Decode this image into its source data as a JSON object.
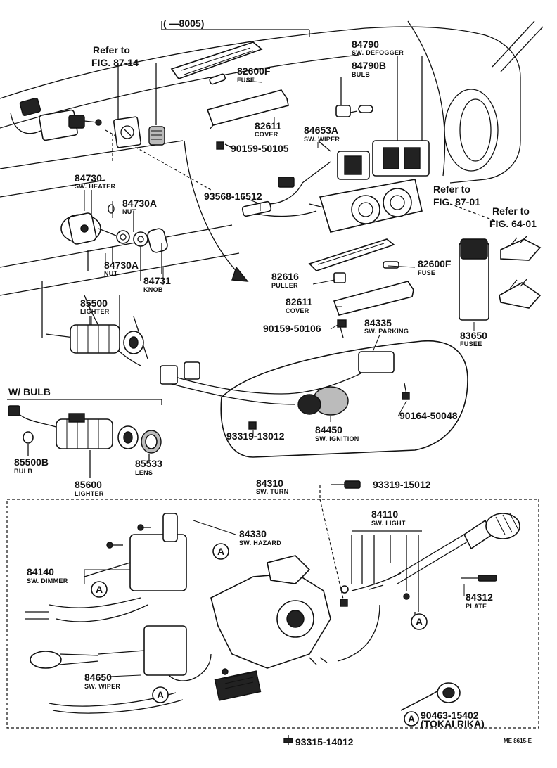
{
  "figure": {
    "range_label": "(      —8005)",
    "corner_code": "ME 8615-E"
  },
  "refs": {
    "ref_87_14_a": "Refer to",
    "ref_87_14_b": "FIG. 87-14",
    "ref_87_01_a": "Refer to",
    "ref_87_01_b": "FIG. 87-01",
    "ref_64_01_a": "Refer to",
    "ref_64_01_b": "FIG. 64-01",
    "w_bulb": "W/ BULB"
  },
  "parts": {
    "p84790": {
      "no": "84790",
      "name": "SW. DEFOGGER"
    },
    "p84790b": {
      "no": "84790B",
      "name": "BULB"
    },
    "p82600f_a": {
      "no": "82600F",
      "name": "FUSE"
    },
    "p82611_a": {
      "no": "82611",
      "name": "COVER"
    },
    "p90159_a": {
      "no": "90159-50105"
    },
    "p84653a": {
      "no": "84653A",
      "name": "SW. WIPER"
    },
    "p84730": {
      "no": "84730",
      "name": "SW. HEATER"
    },
    "p84730a_a": {
      "no": "84730A",
      "name": "NUT"
    },
    "p84730a_b": {
      "no": "84730A",
      "name": "NUT"
    },
    "p84731": {
      "no": "84731",
      "name": "KNOB"
    },
    "p93568": {
      "no": "93568-16512"
    },
    "p82616": {
      "no": "82616",
      "name": "PULLER"
    },
    "p82600f_b": {
      "no": "82600F",
      "name": "FUSE"
    },
    "p82611_b": {
      "no": "82611",
      "name": "COVER"
    },
    "p90159_b": {
      "no": "90159-50106"
    },
    "p84335": {
      "no": "84335",
      "name": "SW. PARKING"
    },
    "p83650": {
      "no": "83650",
      "name": "FUSEE"
    },
    "p85500": {
      "no": "85500",
      "name": "LIGHTER"
    },
    "p85500b": {
      "no": "85500B",
      "name": "BULB"
    },
    "p85533": {
      "no": "85533",
      "name": "LENS"
    },
    "p85600": {
      "no": "85600",
      "name": "LIGHTER"
    },
    "p93319_a": {
      "no": "93319-13012"
    },
    "p84450": {
      "no": "84450",
      "name": "SW. IGNITION"
    },
    "p90164": {
      "no": "90164-50048"
    },
    "p84310": {
      "no": "84310",
      "name": "SW. TURN"
    },
    "p93319_b": {
      "no": "93319-15012"
    },
    "p84330": {
      "no": "84330",
      "name": "SW. HAZARD"
    },
    "p84110": {
      "no": "84110",
      "name": "SW. LIGHT"
    },
    "p84140": {
      "no": "84140",
      "name": "SW. DIMMER"
    },
    "p84312": {
      "no": "84312",
      "name": "PLATE"
    },
    "p84650": {
      "no": "84650",
      "name": "SW. WIPER"
    },
    "p90463": {
      "no": "90463-15402",
      "name": "(TOKAI RIKA)"
    },
    "p93315": {
      "no": "93315-14012"
    }
  },
  "markers": {
    "a": "A"
  }
}
